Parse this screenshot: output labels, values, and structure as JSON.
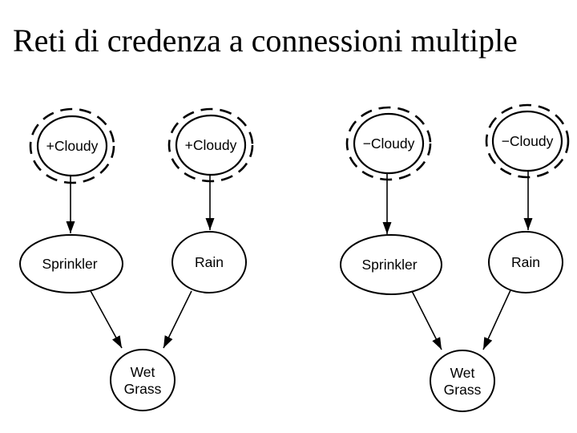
{
  "title": "Reti di credenza a connessioni multiple",
  "colors": {
    "background": "#ffffff",
    "stroke": "#000000",
    "text": "#000000"
  },
  "diagram": {
    "description_names": [
      "belief-network-positive-evidence",
      "belief-network-negative-evidence"
    ],
    "networks": [
      {
        "id": "left",
        "evidence_sign": "+",
        "nodes": {
          "cloudy1": {
            "label": "+Cloudy",
            "evidence": true
          },
          "cloudy2": {
            "label": "+Cloudy",
            "evidence": true
          },
          "sprinkler": {
            "label": "Sprinkler",
            "evidence": false
          },
          "rain": {
            "label": "Rain",
            "evidence": false
          },
          "wetgrass": {
            "label": "Wet Grass",
            "lines": [
              "Wet",
              "Grass"
            ],
            "evidence": false
          }
        },
        "edges": [
          {
            "from": "cloudy1",
            "to": "sprinkler"
          },
          {
            "from": "cloudy2",
            "to": "rain"
          },
          {
            "from": "sprinkler",
            "to": "wetgrass"
          },
          {
            "from": "rain",
            "to": "wetgrass"
          }
        ]
      },
      {
        "id": "right",
        "evidence_sign": "−",
        "nodes": {
          "cloudy1": {
            "label": "−Cloudy",
            "evidence": true
          },
          "cloudy2": {
            "label": "−Cloudy",
            "evidence": true
          },
          "sprinkler": {
            "label": "Sprinkler",
            "evidence": false
          },
          "rain": {
            "label": "Rain",
            "evidence": false
          },
          "wetgrass": {
            "label": "Wet Grass",
            "lines": [
              "Wet",
              "Grass"
            ],
            "evidence": false
          }
        },
        "edges": [
          {
            "from": "cloudy1",
            "to": "sprinkler"
          },
          {
            "from": "cloudy2",
            "to": "rain"
          },
          {
            "from": "sprinkler",
            "to": "wetgrass"
          },
          {
            "from": "rain",
            "to": "wetgrass"
          }
        ]
      }
    ]
  }
}
